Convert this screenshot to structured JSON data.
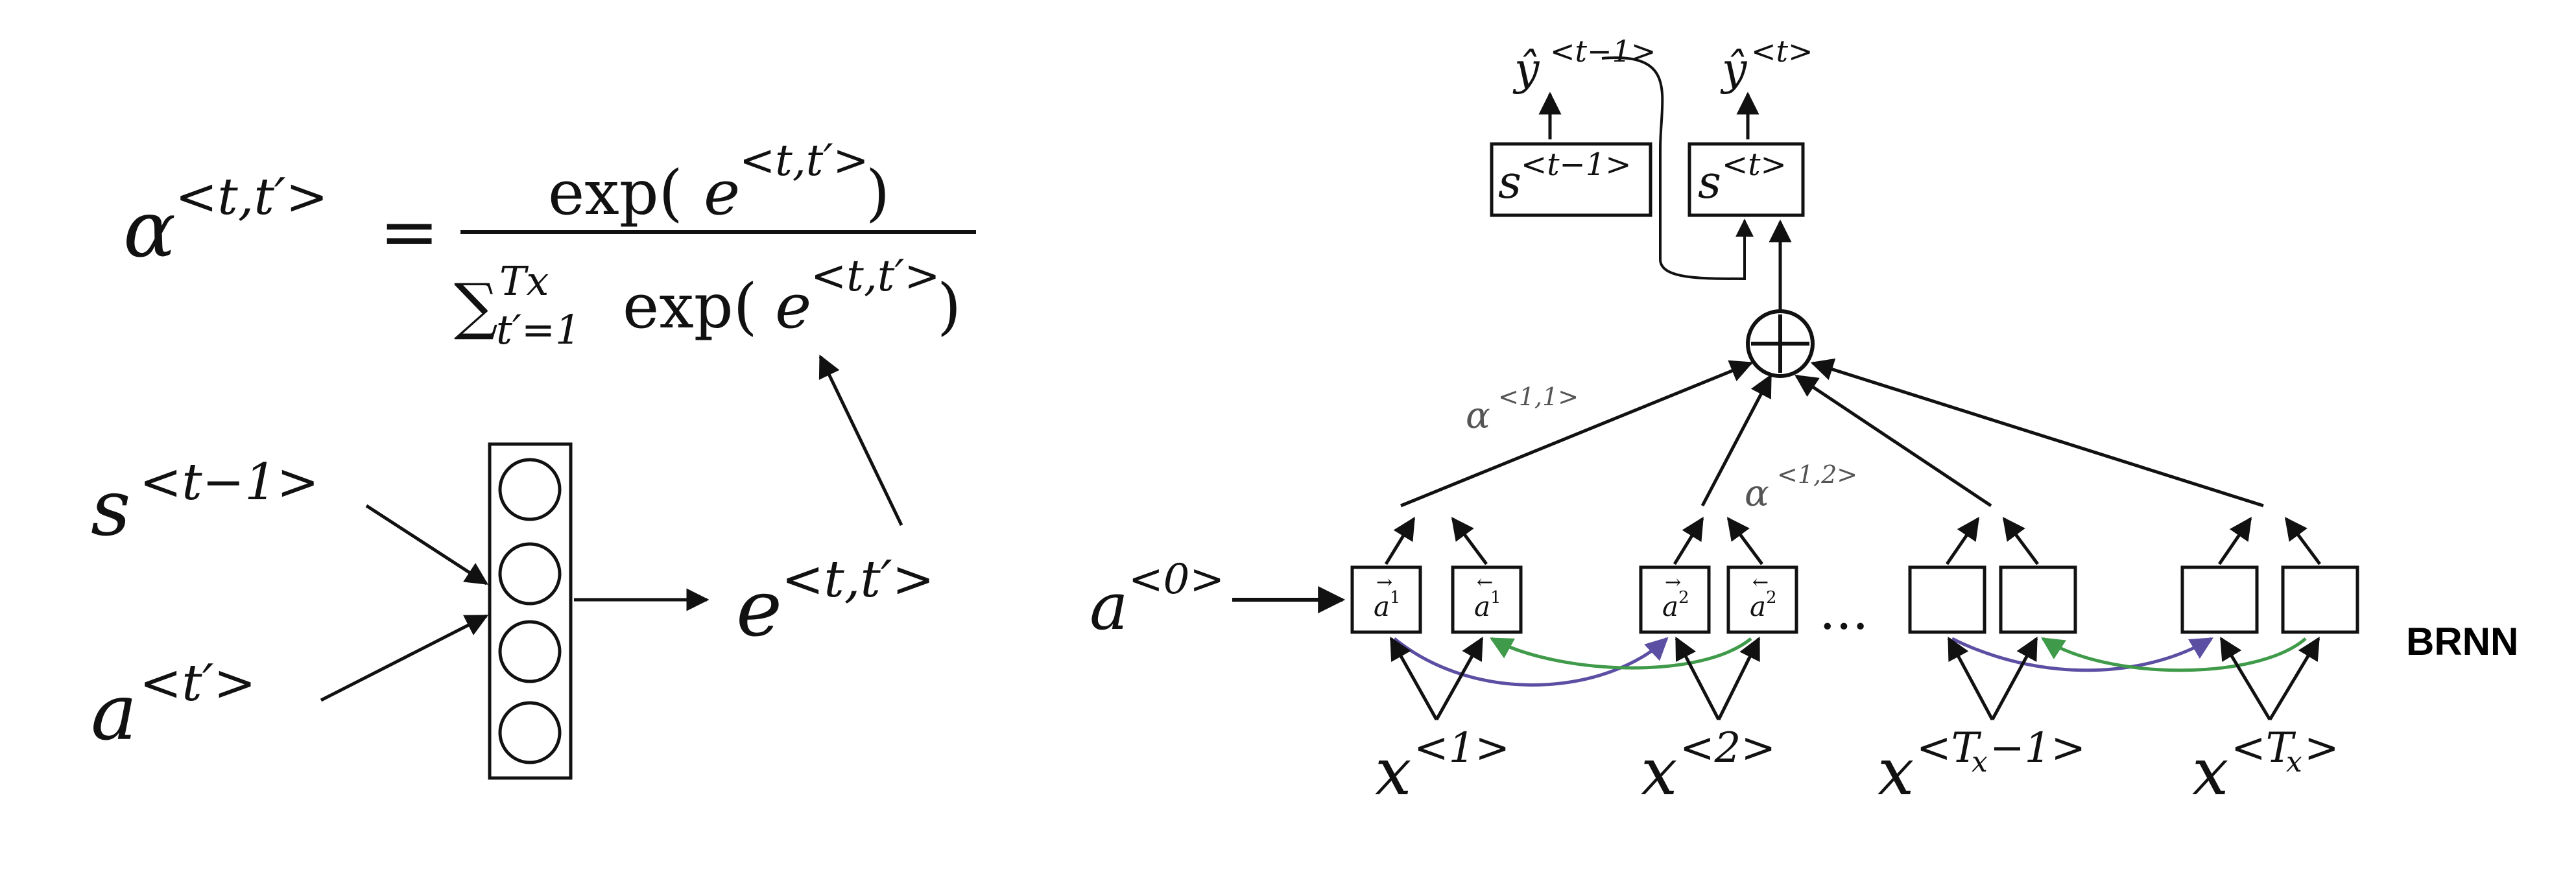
{
  "formula": {
    "lhs": {
      "sym": "α",
      "sup": "<t,t′>"
    },
    "equals": "=",
    "numerator": {
      "fn": "exp(",
      "e": "e",
      "e_sup": "<t,t′>",
      "close": ")"
    },
    "denominator": {
      "sum": "∑",
      "upper": "Tx",
      "lower": "t′=1",
      "fn": "exp(",
      "e": "e",
      "e_sup": "<t,t′>",
      "close": ")"
    }
  },
  "small_net": {
    "input_s": {
      "base": "s",
      "sup": "<t−1>"
    },
    "input_a": {
      "base": "a",
      "sup": "<t′>"
    },
    "output_e": {
      "base": "e",
      "sup": "<t,t′>"
    },
    "neuron_count": 4
  },
  "brnn": {
    "label": "BRNN",
    "a0": {
      "base": "a",
      "sup": "<0>"
    },
    "ellipsis": "...",
    "cells": [
      {
        "fwd": "a",
        "fwd_sup": "1",
        "bwd": "a",
        "bwd_sup": "1",
        "arrow_fwd": "→",
        "arrow_bwd": "←"
      },
      {
        "fwd": "a",
        "fwd_sup": "2",
        "bwd": "a",
        "bwd_sup": "2",
        "arrow_fwd": "→",
        "arrow_bwd": "←"
      },
      {
        "fwd": "",
        "fwd_sup": "",
        "bwd": "",
        "bwd_sup": "",
        "arrow_fwd": "",
        "arrow_bwd": ""
      },
      {
        "fwd": "",
        "fwd_sup": "",
        "bwd": "",
        "bwd_sup": "",
        "arrow_fwd": "",
        "arrow_bwd": ""
      }
    ],
    "inputs": [
      {
        "base": "x",
        "sup": "<1>"
      },
      {
        "base": "x",
        "sup": "<2>"
      },
      {
        "base": "x",
        "sup": "<T",
        "sub": "x",
        "sup_tail": "−1>"
      },
      {
        "base": "x",
        "sup": "<T",
        "sub": "x",
        "sup_tail": ">"
      }
    ],
    "alpha_11": {
      "sym": "α",
      "sup": "<1,1>"
    },
    "alpha_12": {
      "sym": "α",
      "sup": "<1,2>"
    },
    "state_prev": {
      "base": "s",
      "sup": "<t−1>"
    },
    "state_curr": {
      "base": "s",
      "sup": "<t>"
    },
    "output_prev": {
      "base": "ŷ",
      "sup": "<t−1>"
    },
    "output_curr": {
      "base": "ŷ",
      "sup": "<t>"
    },
    "sum_symbol": "+",
    "colors": {
      "forward": "#5b4fa3",
      "backward": "#3f9a4a",
      "ink": "#111111",
      "alpha_label": "#555555"
    }
  }
}
